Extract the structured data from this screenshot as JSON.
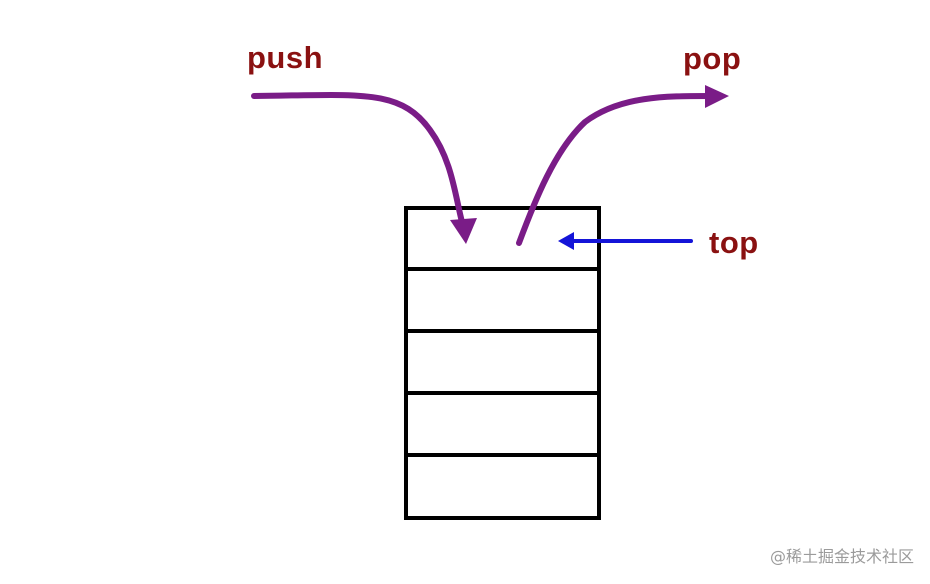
{
  "labels": {
    "push": "push",
    "pop": "pop",
    "top": "top"
  },
  "watermark": "@稀土掘金技术社区",
  "stack": {
    "slot_count": 5
  },
  "colors": {
    "background": "#ffffff",
    "label_text": "#8a1111",
    "push_pop_arrow": "#7a1c87",
    "top_pointer": "#1414d8",
    "stack_outline": "#000000",
    "watermark": "#9b9b9b"
  }
}
